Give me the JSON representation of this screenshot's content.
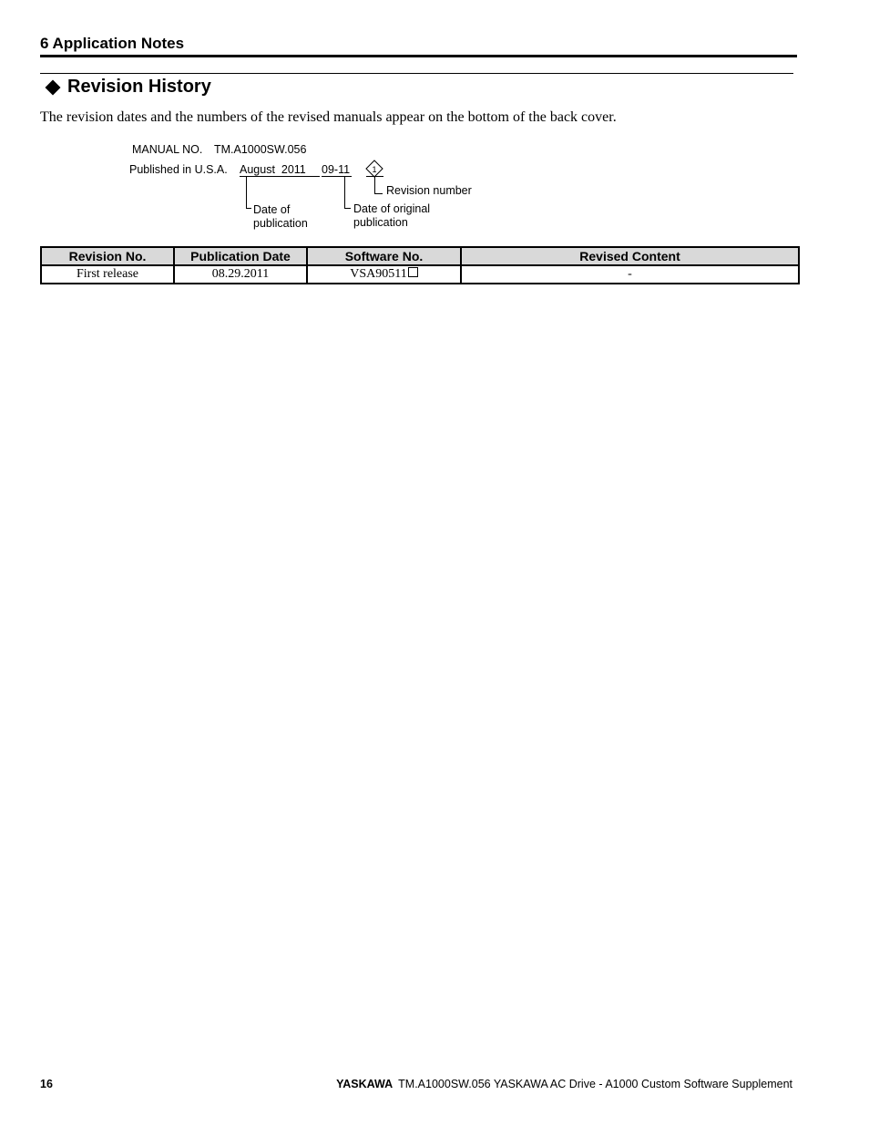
{
  "header": {
    "chapter": "6  Application Notes"
  },
  "section": {
    "title": "Revision History"
  },
  "intro": "The revision dates and the numbers of the revised manuals appear on the bottom of the back cover.",
  "diagram": {
    "manual_no_label": "MANUAL NO.",
    "manual_no_value": "TM.A1000SW.056",
    "published_label": "Published in U.S.A.",
    "published_date": "August  2011",
    "original_code": "09-11",
    "revision_symbol": "1",
    "revision_number_label": "Revision number",
    "date_of_publication_line1": "Date of",
    "date_of_publication_line2": "publication",
    "date_of_original_line1": "Date of original",
    "date_of_original_line2": "publication"
  },
  "table": {
    "headers": [
      "Revision No.",
      "Publication Date",
      "Software No.",
      "Revised Content"
    ],
    "rows": [
      {
        "revision": "First release",
        "date": "08.29.2011",
        "software": "VSA90511",
        "content": "-"
      }
    ]
  },
  "footer": {
    "page_number": "16",
    "brand": "YASKAWA",
    "document": "TM.A1000SW.056 YASKAWA AC Drive - A1000 Custom Software Supplement"
  }
}
